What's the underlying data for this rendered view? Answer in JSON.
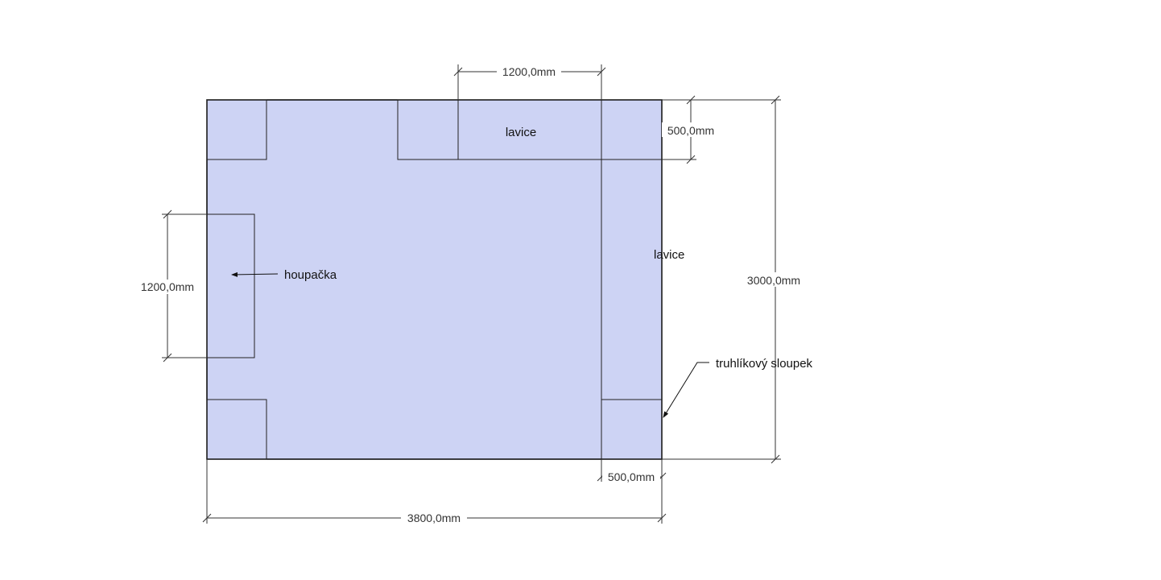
{
  "colors": {
    "fill": "#cdd3f4",
    "outline": "#111111",
    "line": "#333333"
  },
  "dimensions": {
    "top_bench_width": "1200,0mm",
    "top_bench_depth": "500,0mm",
    "swing_length": "1200,0mm",
    "total_depth": "3000,0mm",
    "right_bench_width": "500,0mm",
    "total_width": "3800,0mm"
  },
  "labels": {
    "top_bench": "lavice",
    "right_bench": "lavice",
    "swing": "houpačka",
    "planter_post": "truhlíkový sloupek"
  }
}
